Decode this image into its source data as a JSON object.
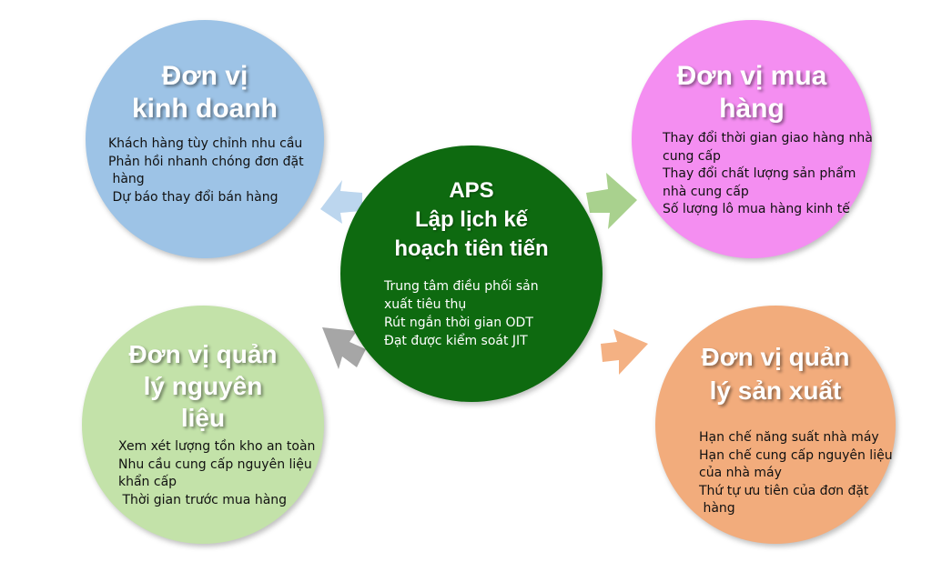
{
  "colors": {
    "center": "#0e6a10",
    "top_left": "#9dc3e6",
    "top_right": "#f48ef1",
    "bottom_left": "#c3e2a9",
    "bottom_right": "#f2ac7c",
    "arrow_tl": "#bcd6ee",
    "arrow_tr": "#a9d18e",
    "arrow_bl": "#a6a6a6",
    "arrow_br": "#f4b183"
  },
  "center": {
    "title": [
      "APS",
      "Lập lịch kế",
      "hoạch tiên tiến"
    ],
    "lines": [
      "Trung tâm điều phối sản",
      "xuất tiêu thụ",
      "Rút ngắn thời gian ODT",
      "Đạt được kiểm soát JIT"
    ]
  },
  "top_left": {
    "title": [
      "Đơn vị",
      "kinh doanh"
    ],
    "lines": [
      "Khách hàng tùy chỉnh nhu cầu",
      "Phản hồi nhanh chóng đơn đặt",
      " hàng",
      " Dự báo thay đổi bán hàng"
    ]
  },
  "top_right": {
    "title": [
      "Đơn vị mua",
      "hàng"
    ],
    "lines": [
      "Thay đổi thời gian giao hàng nhà",
      "cung cấp",
      "Thay đổi chất lượng sản phẩm",
      "nhà cung cấp",
      "Số lượng lô mua hàng kinh tế"
    ]
  },
  "bottom_left": {
    "title": [
      "Đơn vị quản",
      "lý nguyên",
      "liệu"
    ],
    "lines": [
      "Xem xét lượng tồn kho an toàn",
      "Nhu cầu cung cấp nguyên liệu",
      "khẩn cấp",
      " Thời gian trước mua hàng"
    ]
  },
  "bottom_right": {
    "title": [
      "Đơn vị quản",
      "lý sản xuất"
    ],
    "lines": [
      "Hạn chế năng suất nhà máy",
      "Hạn chế cung cấp nguyên liệu",
      "của nhà máy",
      "Thứ tự ưu tiên của đơn đặt",
      " hàng"
    ]
  }
}
